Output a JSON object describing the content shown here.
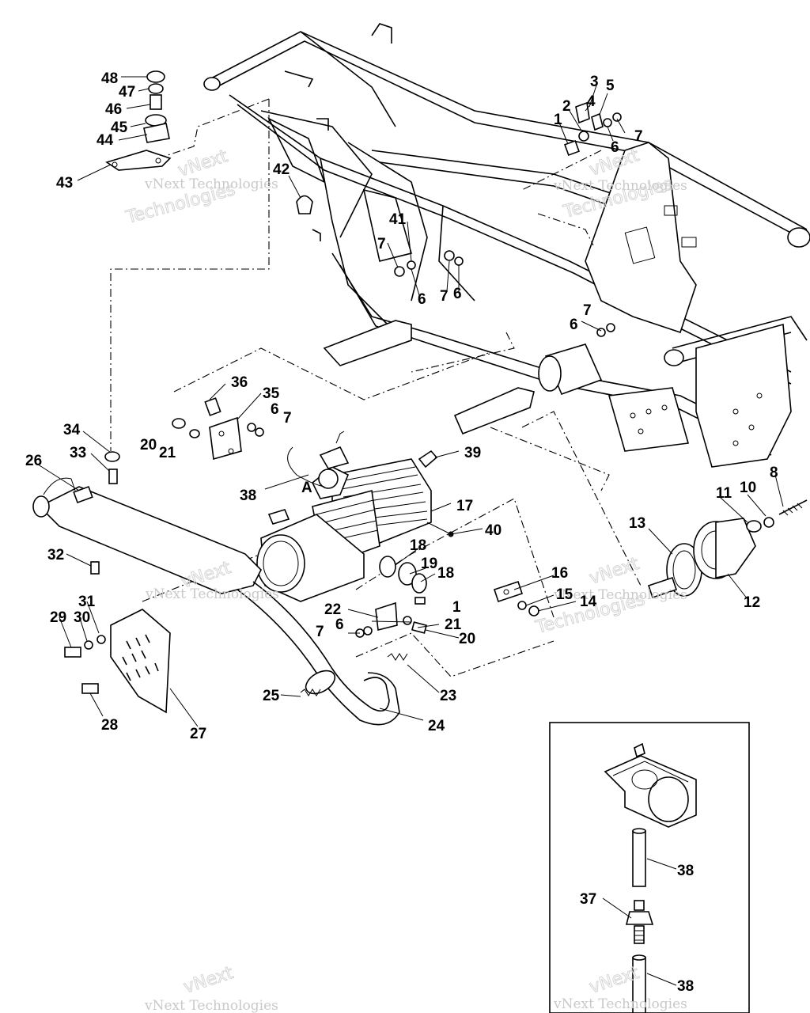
{
  "watermark": {
    "line1": "vNext",
    "line2": "vNext Technologies",
    "line3": "Technologies"
  },
  "callouts": [
    {
      "id": "c48",
      "text": "48"
    },
    {
      "id": "c47",
      "text": "47"
    },
    {
      "id": "c46",
      "text": "46"
    },
    {
      "id": "c45",
      "text": "45"
    },
    {
      "id": "c44",
      "text": "44"
    },
    {
      "id": "c43",
      "text": "43"
    },
    {
      "id": "c42",
      "text": "42"
    },
    {
      "id": "c41",
      "text": "41"
    },
    {
      "id": "c40",
      "text": "40"
    },
    {
      "id": "c39",
      "text": "39"
    },
    {
      "id": "c38a",
      "text": "38"
    },
    {
      "id": "c38b",
      "text": "38"
    },
    {
      "id": "c38c",
      "text": "38"
    },
    {
      "id": "c37",
      "text": "37"
    },
    {
      "id": "c36",
      "text": "36"
    },
    {
      "id": "c35",
      "text": "35"
    },
    {
      "id": "c34",
      "text": "34"
    },
    {
      "id": "c33",
      "text": "33"
    },
    {
      "id": "c32",
      "text": "32"
    },
    {
      "id": "c31",
      "text": "31"
    },
    {
      "id": "c30",
      "text": "30"
    },
    {
      "id": "c29",
      "text": "29"
    },
    {
      "id": "c28",
      "text": "28"
    },
    {
      "id": "c27",
      "text": "27"
    },
    {
      "id": "c26",
      "text": "26"
    },
    {
      "id": "c25",
      "text": "25"
    },
    {
      "id": "c24",
      "text": "24"
    },
    {
      "id": "c23",
      "text": "23"
    },
    {
      "id": "c22",
      "text": "22"
    },
    {
      "id": "c21a",
      "text": "21"
    },
    {
      "id": "c21b",
      "text": "21"
    },
    {
      "id": "c20a",
      "text": "20"
    },
    {
      "id": "c20b",
      "text": "20"
    },
    {
      "id": "c19",
      "text": "19"
    },
    {
      "id": "c18a",
      "text": "18"
    },
    {
      "id": "c18b",
      "text": "18"
    },
    {
      "id": "c17",
      "text": "17"
    },
    {
      "id": "c16",
      "text": "16"
    },
    {
      "id": "c15",
      "text": "15"
    },
    {
      "id": "c14",
      "text": "14"
    },
    {
      "id": "c13",
      "text": "13"
    },
    {
      "id": "c12",
      "text": "12"
    },
    {
      "id": "c11",
      "text": "11"
    },
    {
      "id": "c10",
      "text": "10"
    },
    {
      "id": "c8",
      "text": "8"
    },
    {
      "id": "c7a",
      "text": "7"
    },
    {
      "id": "c7b",
      "text": "7"
    },
    {
      "id": "c7c",
      "text": "7"
    },
    {
      "id": "c7d",
      "text": "7"
    },
    {
      "id": "c7e",
      "text": "7"
    },
    {
      "id": "c7f",
      "text": "7"
    },
    {
      "id": "c6a",
      "text": "6"
    },
    {
      "id": "c6b",
      "text": "6"
    },
    {
      "id": "c6c",
      "text": "6"
    },
    {
      "id": "c6d",
      "text": "6"
    },
    {
      "id": "c6e",
      "text": "6"
    },
    {
      "id": "c6f",
      "text": "6"
    },
    {
      "id": "c5",
      "text": "5"
    },
    {
      "id": "c4",
      "text": "4"
    },
    {
      "id": "c3",
      "text": "3"
    },
    {
      "id": "c2",
      "text": "2"
    },
    {
      "id": "c1a",
      "text": "1"
    },
    {
      "id": "c1b",
      "text": "1"
    },
    {
      "id": "cA",
      "text": "A"
    }
  ],
  "inset": {
    "border_color": "#000000"
  },
  "colors": {
    "ink": "#000000",
    "paper": "#ffffff",
    "watermark": "#c9c9c9"
  }
}
